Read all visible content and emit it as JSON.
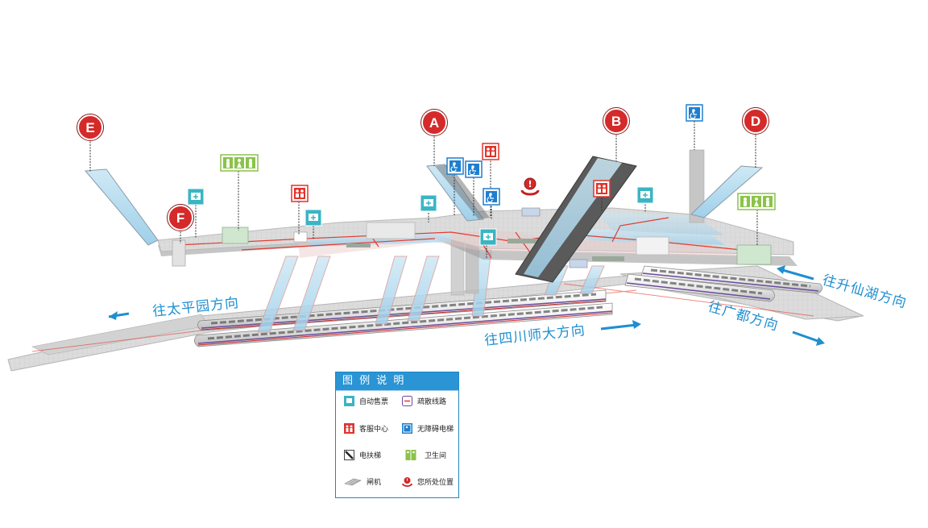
{
  "exits": [
    "E",
    "F",
    "A",
    "B",
    "D"
  ],
  "directions": {
    "taipingyuan": "往太平园方向",
    "sichuan_normal": "往四川师大方向",
    "shengxianhu": "往升仙湖方向",
    "guangdu": "往广都方向"
  },
  "legend": {
    "title": "图 例 说 明 Example",
    "items": {
      "ticket_machine": "自动售票",
      "evacuation_route": "疏散线路",
      "service_center": "客服中心",
      "accessible_elevator": "无障碍电梯",
      "escalator": "电扶梯",
      "restroom": "卫生间",
      "gate": "闸机",
      "you_are_here": "您所处位置"
    }
  },
  "colors": {
    "exit_red": "#d42a2a",
    "direction_blue": "#1f8fd0",
    "ticket_teal": "#39b5c4",
    "accessible_blue": "#1e7fd0",
    "service_red": "#e0342c",
    "restroom_green": "#8bc34a",
    "evacuation_red": "#e23b2e",
    "track_purple": "#6a4c9c"
  },
  "icons": {
    "exit_marker": "exit-marker-icon",
    "ticket": "ticket-machine-icon",
    "accessible": "accessible-elevator-icon",
    "service": "service-center-icon",
    "restroom": "restroom-icon",
    "escalator": "escalator-icon",
    "gate": "gate-icon",
    "you_are_here": "you-are-here-icon"
  }
}
